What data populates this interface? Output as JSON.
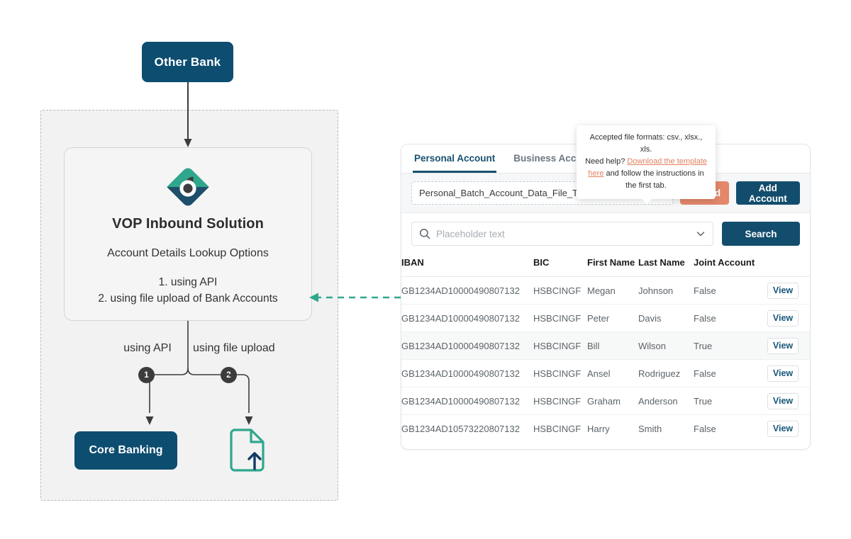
{
  "diagram": {
    "other_bank_label": "Other Bank",
    "card": {
      "title": "VOP Inbound Solution",
      "subtitle": "Account Details Lookup Options",
      "option_1": "1. using API",
      "option_2": "2. using file upload of Bank Accounts"
    },
    "branch_label_api": "using API",
    "branch_label_upload": "using file upload",
    "badge_1": "1",
    "badge_2": "2",
    "core_banking_label": "Core Banking",
    "colors": {
      "navy": "#0d4d70",
      "teal": "#2fa78c",
      "badge": "#3c3c3c",
      "zone_fill": "#f2f2f2"
    }
  },
  "tooltip": {
    "line_1": "Accepted file formats: csv., xlsx., xls.",
    "line_2_pre": "Need help? ",
    "link_text": "Download the template here",
    "line_2_post": " and follow the instructions in the first tab.",
    "link_color": "#e08060"
  },
  "panel": {
    "tabs": [
      {
        "label": "Personal Account",
        "active": true
      },
      {
        "label": "Business Account",
        "active": false
      }
    ],
    "upload": {
      "file_name": "Personal_Batch_Account_Data_File_Template.csv",
      "clear_icon": "close-x-icon",
      "help_icon": "question-circle-icon",
      "upload_label": "Upload",
      "upload_color": "#e4886a",
      "add_account_label": "Add Account",
      "add_account_color": "#134d6d"
    },
    "search": {
      "icon": "search-icon",
      "placeholder": "Placeholder text",
      "value": "",
      "dropdown_icon": "chevron-down-icon",
      "button_label": "Search",
      "button_color": "#134d6d"
    },
    "table": {
      "columns": [
        "IBAN",
        "BIC",
        "First Name",
        "Last Name",
        "Joint Account",
        ""
      ],
      "row_action_label": "View",
      "rows": [
        {
          "iban": "GB1234AD10000490807132",
          "bic": "HSBCINGF",
          "first_name": "Megan",
          "last_name": "Johnson",
          "joint_account": "False",
          "action": "View"
        },
        {
          "iban": "GB1234AD10000490807132",
          "bic": "HSBCINGF",
          "first_name": "Peter",
          "last_name": "Davis",
          "joint_account": "False",
          "action": "View"
        },
        {
          "iban": "GB1234AD10000490807132",
          "bic": "HSBCINGF",
          "first_name": "Bill",
          "last_name": "Wilson",
          "joint_account": "True",
          "action": "View"
        },
        {
          "iban": "GB1234AD10000490807132",
          "bic": "HSBCINGF",
          "first_name": "Ansel",
          "last_name": "Rodriguez",
          "joint_account": "False",
          "action": "View"
        },
        {
          "iban": "GB1234AD10000490807132",
          "bic": "HSBCINGF",
          "first_name": "Graham",
          "last_name": "Anderson",
          "joint_account": "True",
          "action": "View"
        },
        {
          "iban": "GB1234AD10573220807132",
          "bic": "HSBCINGF",
          "first_name": "Harry",
          "last_name": "Smith",
          "joint_account": "False",
          "action": "View"
        }
      ]
    }
  }
}
